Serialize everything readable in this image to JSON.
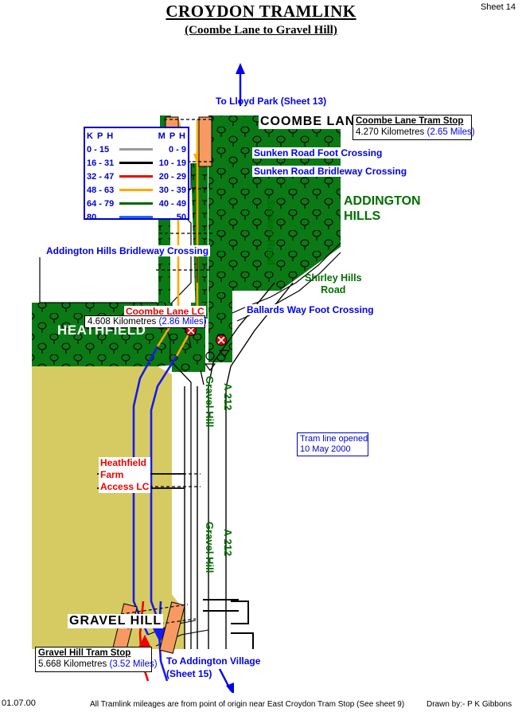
{
  "header": {
    "title": "CROYDON TRAMLINK",
    "subtitle": "(Coombe Lane to Gravel Hill)",
    "sheet": "Sheet 14"
  },
  "footer": {
    "date": "01.07.00",
    "note": "All Tramlink mileages are from point of origin near East Croydon Tram Stop (See sheet 9)",
    "author": "Drawn by:- P K Gibbons"
  },
  "legend": {
    "kph_header": "K P H",
    "mph_header": "M P H",
    "rows": [
      {
        "kph": "0 - 15",
        "mph": "0 -   9",
        "color": "#999999"
      },
      {
        "kph": "16 - 31",
        "mph": "10 - 19",
        "color": "#000000"
      },
      {
        "kph": "32 - 47",
        "mph": "20 - 29",
        "color": "#ee0000"
      },
      {
        "kph": "48 - 63",
        "mph": "30 - 39",
        "color": "#ffaa00"
      },
      {
        "kph": "64 - 79",
        "mph": "40 - 49",
        "color": "#006600"
      },
      {
        "kph": "80",
        "mph": "50",
        "color": "#1a6aff"
      }
    ]
  },
  "map": {
    "to_lloyd_park": "To Lloyd Park (Sheet 13)",
    "to_addington_village_line1": "To Addington Village",
    "to_addington_village_line2": "(Sheet 15)",
    "coombe_lane_road": "COOMBE   LANE",
    "gravel_hill_road": "GRAVEL   HILL",
    "addington_hills_line1": "ADDINGTON",
    "addington_hills_line2": "HILLS",
    "heathfield": "HEATHFIELD",
    "shirley_hills_line1": "Shirley Hills",
    "shirley_hills_line2": "Road",
    "sunken_road": "Sunken Road",
    "gravel_hill_upper": "Gravel Hill",
    "gravel_hill_lower": "Gravel Hill",
    "a212_upper": "A 212",
    "a212_lower": "A 212",
    "crossings": {
      "sunken_road_foot": "Sunken Road Foot Crossing",
      "sunken_road_bridleway": "Sunken Road Bridleway Crossing",
      "addington_hills_bridleway": "Addington Hills Bridleway Crossing",
      "ballards_way_foot": "Ballards Way Foot Crossing"
    },
    "level_crossings": {
      "coombe_lane_lc": "Coombe Lane LC",
      "heathfield_farm_line1": "Heathfield",
      "heathfield_farm_line2": "Farm",
      "heathfield_farm_line3": "Access LC"
    },
    "stops": [
      {
        "name": "Coombe Lane Tram Stop",
        "km": "4.270 Kilometres",
        "miles": "(2.65 Miles)"
      },
      {
        "name": "Gravel Hill Tram Stop",
        "km": "5.668 Kilometres",
        "miles": "(3.52 Miles)"
      }
    ],
    "coombe_lane_lc_distance": {
      "km": "4.608 Kilometres",
      "miles": "(2.86 Miles)"
    },
    "opened_note": {
      "line1": "Tram line opened",
      "line2": "10 May 2000"
    }
  },
  "colors": {
    "forest": "#0a7a15",
    "field": "#d6cb62",
    "track_orange": "#ffaa00",
    "track_blue": "#1a1aee",
    "track_red": "#ee0000",
    "platform": "#f79a62",
    "label_blue": "#0000ee",
    "label_red": "#ee0000",
    "label_green": "#007000"
  }
}
